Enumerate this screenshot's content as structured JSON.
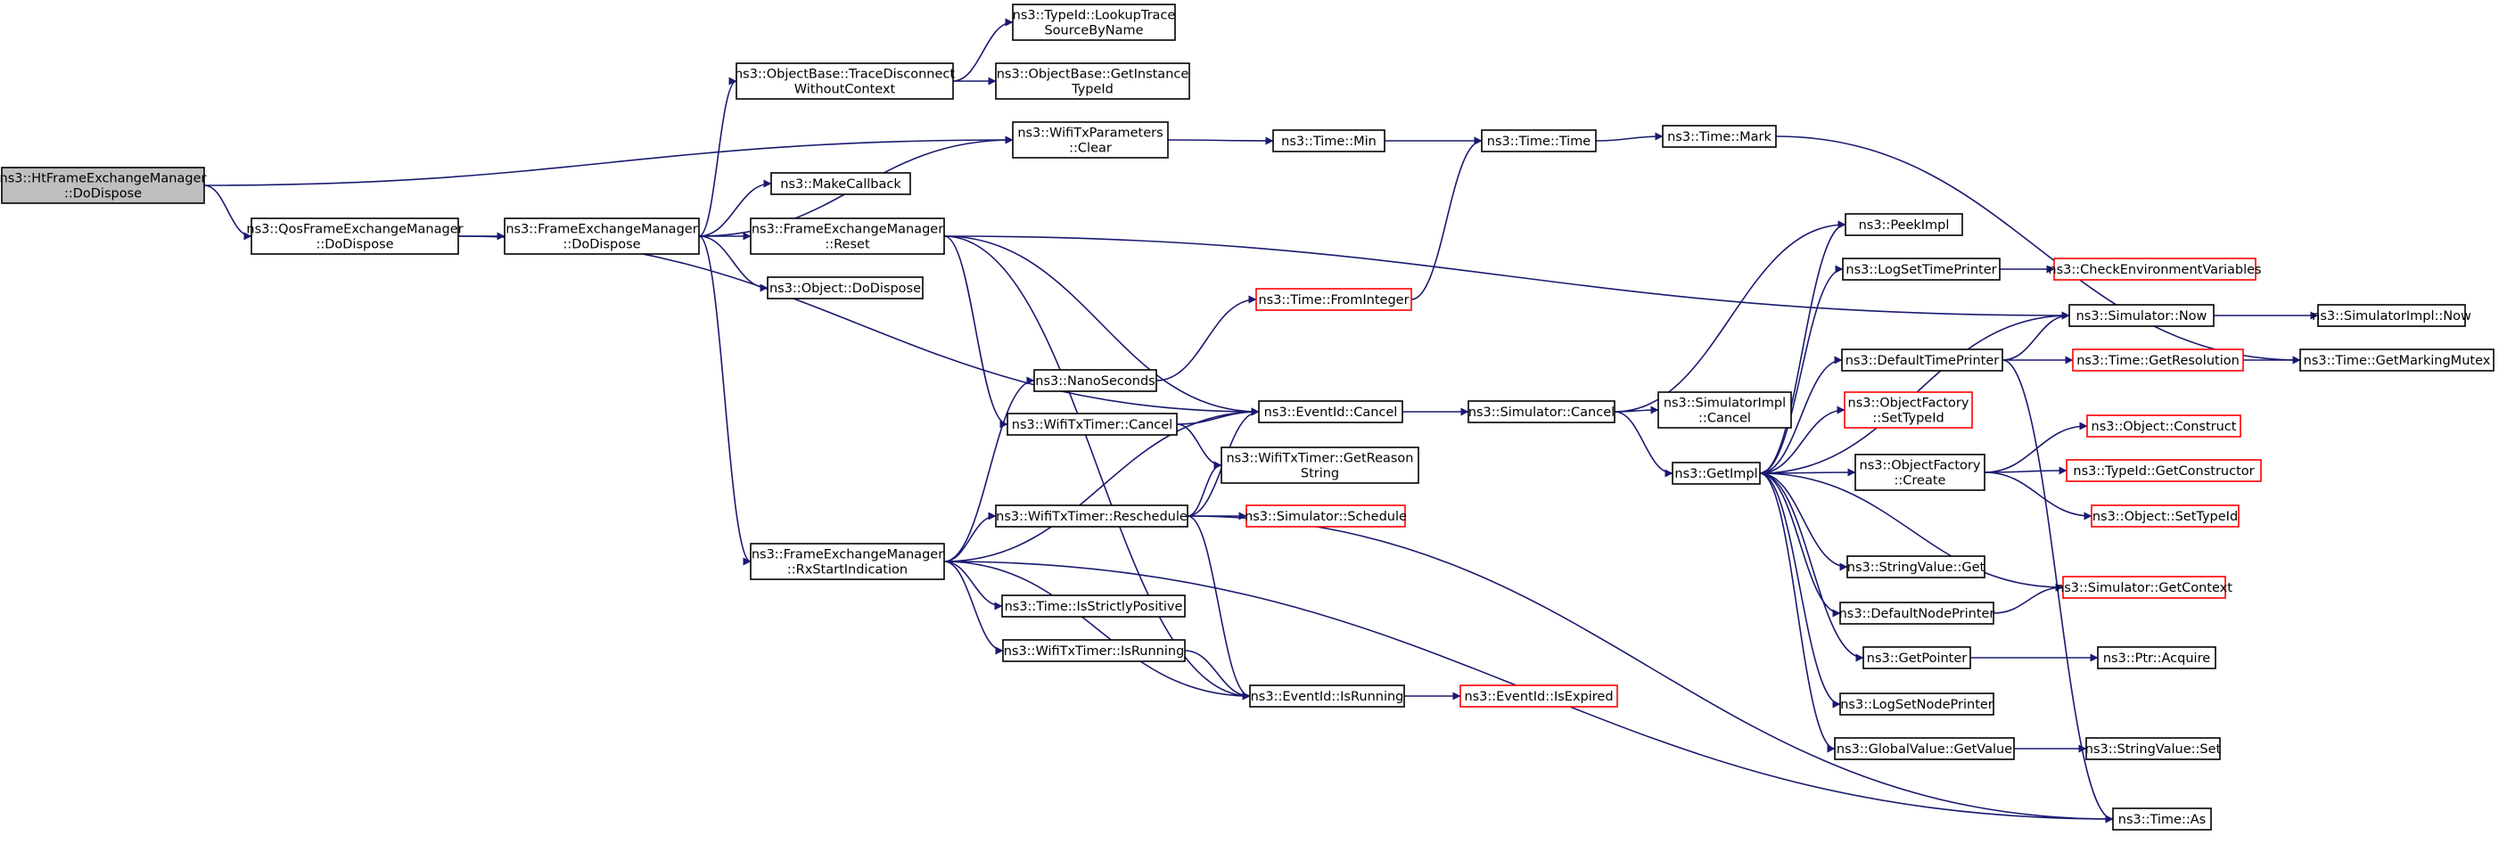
{
  "colors": {
    "edge": "#191970",
    "root_fill": "#bfbfbf",
    "normal_border": "#000000",
    "truncated_border": "#ff0000",
    "text": "#000000"
  },
  "graph": {
    "nodes": [
      {
        "id": "root",
        "lines": [
          "ns3::HtFrameExchangeManager",
          "::DoDispose"
        ],
        "kind": "root"
      },
      {
        "id": "qos",
        "lines": [
          "ns3::QosFrameExchangeManager",
          "::DoDispose"
        ],
        "kind": "normal"
      },
      {
        "id": "fedispose",
        "lines": [
          "ns3::FrameExchangeManager",
          "::DoDispose"
        ],
        "kind": "normal"
      },
      {
        "id": "lookup",
        "lines": [
          "ns3::TypeId::LookupTrace",
          "SourceByName"
        ],
        "kind": "normal"
      },
      {
        "id": "tracedis",
        "lines": [
          "ns3::ObjectBase::TraceDisconnect",
          "WithoutContext"
        ],
        "kind": "normal"
      },
      {
        "id": "getinst",
        "lines": [
          "ns3::ObjectBase::GetInstance",
          "TypeId"
        ],
        "kind": "normal"
      },
      {
        "id": "wifiparams",
        "lines": [
          "ns3::WifiTxParameters",
          "::Clear"
        ],
        "kind": "normal"
      },
      {
        "id": "timemin",
        "lines": [
          "ns3::Time::Min"
        ],
        "kind": "normal"
      },
      {
        "id": "timetime",
        "lines": [
          "ns3::Time::Time"
        ],
        "kind": "normal"
      },
      {
        "id": "timemark",
        "lines": [
          "ns3::Time::Mark"
        ],
        "kind": "normal"
      },
      {
        "id": "makecb",
        "lines": [
          "ns3::MakeCallback"
        ],
        "kind": "normal"
      },
      {
        "id": "fereset",
        "lines": [
          "ns3::FrameExchangeManager",
          "::Reset"
        ],
        "kind": "normal"
      },
      {
        "id": "objdispose",
        "lines": [
          "ns3::Object::DoDispose"
        ],
        "kind": "normal"
      },
      {
        "id": "peekimpl",
        "lines": [
          "ns3::PeekImpl"
        ],
        "kind": "normal"
      },
      {
        "id": "logsettp",
        "lines": [
          "ns3::LogSetTimePrinter"
        ],
        "kind": "normal"
      },
      {
        "id": "checkenv",
        "lines": [
          "ns3::CheckEnvironmentVariables"
        ],
        "kind": "truncated"
      },
      {
        "id": "fromint",
        "lines": [
          "ns3::Time::FromInteger"
        ],
        "kind": "truncated"
      },
      {
        "id": "simnow",
        "lines": [
          "ns3::Simulator::Now"
        ],
        "kind": "normal"
      },
      {
        "id": "simimplnow",
        "lines": [
          "ns3::SimulatorImpl::Now"
        ],
        "kind": "normal"
      },
      {
        "id": "deftp",
        "lines": [
          "ns3::DefaultTimePrinter"
        ],
        "kind": "normal"
      },
      {
        "id": "getres",
        "lines": [
          "ns3::Time::GetResolution"
        ],
        "kind": "truncated"
      },
      {
        "id": "getmutex",
        "lines": [
          "ns3::Time::GetMarkingMutex"
        ],
        "kind": "normal"
      },
      {
        "id": "nanosec",
        "lines": [
          "ns3::NanoSeconds"
        ],
        "kind": "normal"
      },
      {
        "id": "evcancel",
        "lines": [
          "ns3::EventId::Cancel"
        ],
        "kind": "normal"
      },
      {
        "id": "simcancel",
        "lines": [
          "ns3::Simulator::Cancel"
        ],
        "kind": "normal"
      },
      {
        "id": "simimplcancel",
        "lines": [
          "ns3::SimulatorImpl",
          "::Cancel"
        ],
        "kind": "normal"
      },
      {
        "id": "ofsettype",
        "lines": [
          "ns3::ObjectFactory",
          "::SetTypeId"
        ],
        "kind": "truncated"
      },
      {
        "id": "wtcancel",
        "lines": [
          "ns3::WifiTxTimer::Cancel"
        ],
        "kind": "normal"
      },
      {
        "id": "getreason",
        "lines": [
          "ns3::WifiTxTimer::GetReason",
          "String"
        ],
        "kind": "normal"
      },
      {
        "id": "getimpl",
        "lines": [
          "ns3::GetImpl"
        ],
        "kind": "normal"
      },
      {
        "id": "objconstruct",
        "lines": [
          "ns3::Object::Construct"
        ],
        "kind": "truncated"
      },
      {
        "id": "ofcreate",
        "lines": [
          "ns3::ObjectFactory",
          "::Create"
        ],
        "kind": "normal"
      },
      {
        "id": "getctor",
        "lines": [
          "ns3::TypeId::GetConstructor"
        ],
        "kind": "truncated"
      },
      {
        "id": "objsettype",
        "lines": [
          "ns3::Object::SetTypeId"
        ],
        "kind": "truncated"
      },
      {
        "id": "rxstart",
        "lines": [
          "ns3::FrameExchangeManager",
          "::RxStartIndication"
        ],
        "kind": "normal"
      },
      {
        "id": "resched",
        "lines": [
          "ns3::WifiTxTimer::Reschedule"
        ],
        "kind": "normal"
      },
      {
        "id": "simsched",
        "lines": [
          "ns3::Simulator::Schedule"
        ],
        "kind": "truncated"
      },
      {
        "id": "strget",
        "lines": [
          "ns3::StringValue::Get"
        ],
        "kind": "normal"
      },
      {
        "id": "simctx",
        "lines": [
          "ns3::Simulator::GetContext"
        ],
        "kind": "truncated"
      },
      {
        "id": "defnp",
        "lines": [
          "ns3::DefaultNodePrinter"
        ],
        "kind": "normal"
      },
      {
        "id": "strictpos",
        "lines": [
          "ns3::Time::IsStrictlyPositive"
        ],
        "kind": "normal"
      },
      {
        "id": "wtrunning",
        "lines": [
          "ns3::WifiTxTimer::IsRunning"
        ],
        "kind": "normal"
      },
      {
        "id": "getptr",
        "lines": [
          "ns3::GetPointer"
        ],
        "kind": "normal"
      },
      {
        "id": "ptracq",
        "lines": [
          "ns3::Ptr::Acquire"
        ],
        "kind": "normal"
      },
      {
        "id": "evrunning",
        "lines": [
          "ns3::EventId::IsRunning"
        ],
        "kind": "normal"
      },
      {
        "id": "evexpired",
        "lines": [
          "ns3::EventId::IsExpired"
        ],
        "kind": "truncated"
      },
      {
        "id": "logsetnp",
        "lines": [
          "ns3::LogSetNodePrinter"
        ],
        "kind": "normal"
      },
      {
        "id": "gvget",
        "lines": [
          "ns3::GlobalValue::GetValue"
        ],
        "kind": "normal"
      },
      {
        "id": "strset",
        "lines": [
          "ns3::StringValue::Set"
        ],
        "kind": "normal"
      },
      {
        "id": "timeas",
        "lines": [
          "ns3::Time::As"
        ],
        "kind": "normal"
      }
    ],
    "edges": [
      [
        "root",
        "qos"
      ],
      [
        "root",
        "wifiparams"
      ],
      [
        "qos",
        "fedispose"
      ],
      [
        "qos",
        "evcancel"
      ],
      [
        "fedispose",
        "tracedis"
      ],
      [
        "fedispose",
        "wifiparams"
      ],
      [
        "fedispose",
        "makecb"
      ],
      [
        "fedispose",
        "fereset"
      ],
      [
        "fedispose",
        "objdispose"
      ],
      [
        "fedispose",
        "rxstart"
      ],
      [
        "tracedis",
        "lookup"
      ],
      [
        "tracedis",
        "getinst"
      ],
      [
        "wifiparams",
        "timemin"
      ],
      [
        "timemin",
        "timetime"
      ],
      [
        "timetime",
        "timemark"
      ],
      [
        "timemark",
        "getmutex"
      ],
      [
        "fereset",
        "simnow"
      ],
      [
        "fereset",
        "evcancel"
      ],
      [
        "fereset",
        "wtcancel"
      ],
      [
        "fereset",
        "evrunning"
      ],
      [
        "fromint",
        "timetime"
      ],
      [
        "nanosec",
        "fromint"
      ],
      [
        "evcancel",
        "simcancel"
      ],
      [
        "simcancel",
        "peekimpl"
      ],
      [
        "simcancel",
        "simimplcancel"
      ],
      [
        "simcancel",
        "getimpl"
      ],
      [
        "wtcancel",
        "evcancel"
      ],
      [
        "wtcancel",
        "getreason"
      ],
      [
        "rxstart",
        "nanosec"
      ],
      [
        "rxstart",
        "evcancel"
      ],
      [
        "rxstart",
        "resched"
      ],
      [
        "rxstart",
        "strictpos"
      ],
      [
        "rxstart",
        "wtrunning"
      ],
      [
        "rxstart",
        "evrunning"
      ],
      [
        "rxstart",
        "timeas"
      ],
      [
        "resched",
        "evcancel"
      ],
      [
        "resched",
        "getreason"
      ],
      [
        "resched",
        "simsched"
      ],
      [
        "resched",
        "evrunning"
      ],
      [
        "resched",
        "timeas"
      ],
      [
        "wtrunning",
        "evrunning"
      ],
      [
        "evrunning",
        "evexpired"
      ],
      [
        "getimpl",
        "peekimpl"
      ],
      [
        "getimpl",
        "logsettp"
      ],
      [
        "getimpl",
        "simnow"
      ],
      [
        "getimpl",
        "deftp"
      ],
      [
        "getimpl",
        "ofsettype"
      ],
      [
        "getimpl",
        "ofcreate"
      ],
      [
        "getimpl",
        "strget"
      ],
      [
        "getimpl",
        "defnp"
      ],
      [
        "getimpl",
        "getptr"
      ],
      [
        "getimpl",
        "logsetnp"
      ],
      [
        "getimpl",
        "gvget"
      ],
      [
        "logsettp",
        "checkenv"
      ],
      [
        "simnow",
        "simimplnow"
      ],
      [
        "deftp",
        "simnow"
      ],
      [
        "deftp",
        "getres"
      ],
      [
        "deftp",
        "timeas"
      ],
      [
        "getres",
        "getmutex"
      ],
      [
        "ofcreate",
        "objconstruct"
      ],
      [
        "ofcreate",
        "getctor"
      ],
      [
        "ofcreate",
        "objsettype"
      ],
      [
        "defnp",
        "simctx"
      ],
      [
        "simctx",
        "getimpl"
      ],
      [
        "getptr",
        "ptracq"
      ],
      [
        "gvget",
        "strset"
      ]
    ]
  }
}
